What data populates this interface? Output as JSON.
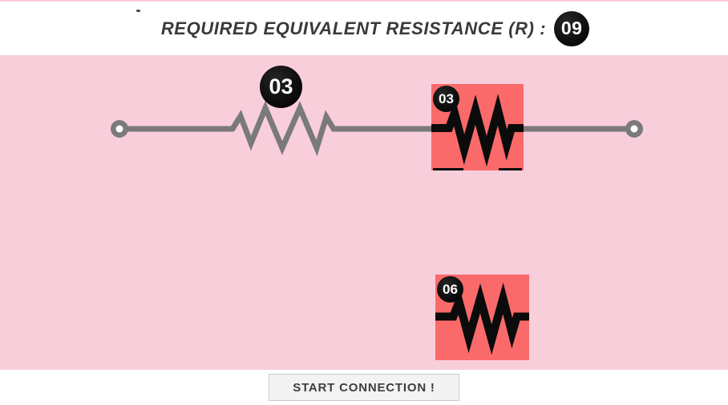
{
  "header": {
    "title": "REQUIRED EQUIVALENT RESISTANCE (R) :",
    "target_value": "09"
  },
  "board": {
    "placed_resistor": {
      "value": "03"
    },
    "palette": [
      {
        "value": "03"
      },
      {
        "value": "06"
      }
    ]
  },
  "footer": {
    "start_button_label": "START CONNECTION !"
  },
  "colors": {
    "stage_pink": "#f9cedb",
    "tile_red": "#fa6a6a",
    "wire_gray": "#7a7a7a",
    "badge_black": "#0e0e0e"
  }
}
